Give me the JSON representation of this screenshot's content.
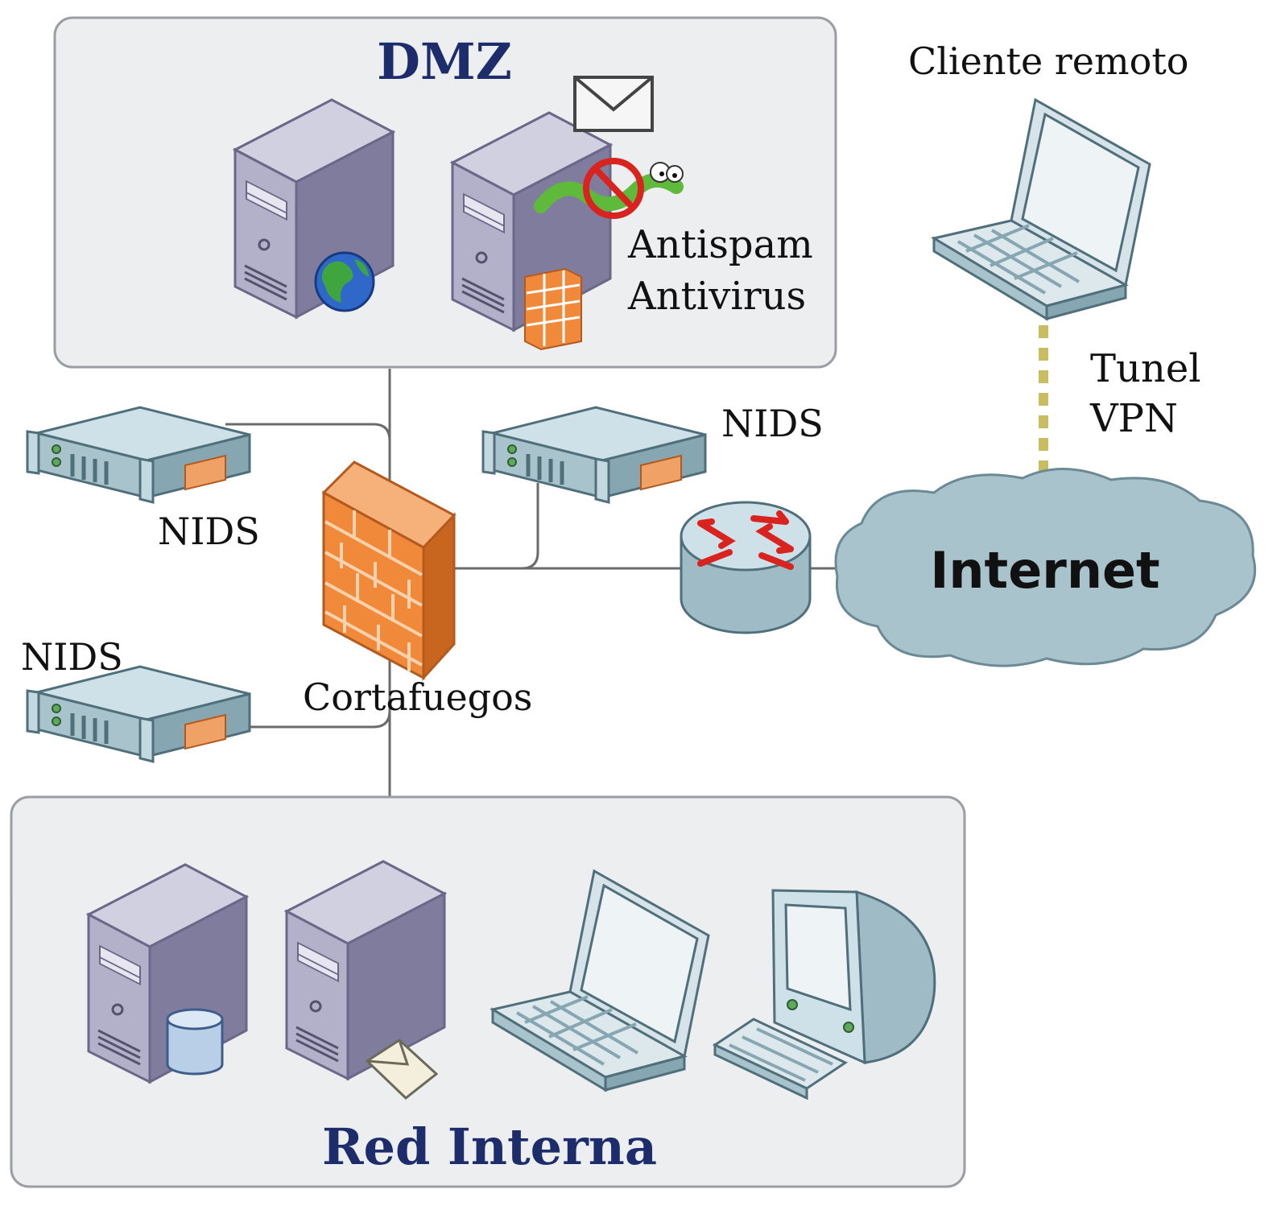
{
  "zones": {
    "dmz": {
      "title": "DMZ"
    },
    "internal": {
      "title": "Red Interna"
    }
  },
  "labels": {
    "remote_client": "Cliente remoto",
    "antispam": "Antispam",
    "antivirus": "Antivirus",
    "vpn_line1": "Tunel",
    "vpn_line2": "VPN",
    "nids_right": "NIDS",
    "nids_left_top": "NIDS",
    "nids_left_bottom": "NIDS",
    "firewall": "Cortafuegos",
    "internet": "Internet"
  },
  "colors": {
    "zone_fill": "#eceef0",
    "zone_border": "#9a9ea4",
    "zone_title": "#1d2d6b",
    "server_front": "#b3b1c9",
    "server_side": "#7f7c9d",
    "server_top": "#d1d0e1",
    "firewall": "#f0893a",
    "cloud": "#a9c3cc",
    "router": "#bcd3db",
    "vpn_tunnel": "#c9bd61",
    "arrow_red": "#d8231f"
  },
  "icons": [
    "web-server-icon",
    "mail-server-icon",
    "envelope-icon",
    "worm-icon",
    "no-symbol-icon",
    "firewall-icon",
    "router-icon",
    "cloud-icon",
    "laptop-icon",
    "desktop-icon",
    "database-server-icon",
    "nids-appliance-icon",
    "globe-icon"
  ]
}
